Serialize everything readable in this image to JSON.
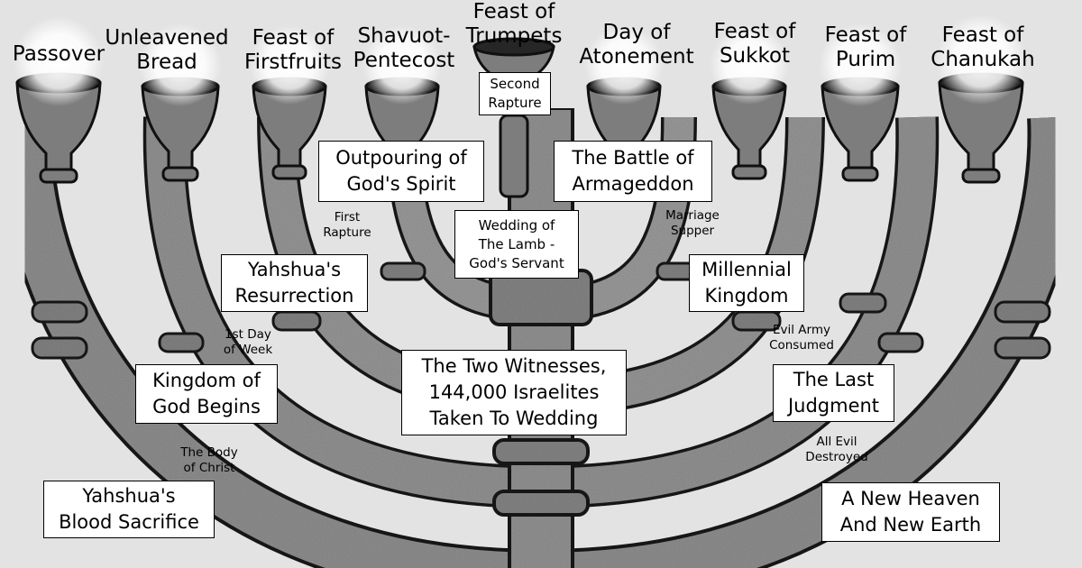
{
  "feasts": [
    {
      "id": "passover",
      "lines": [
        "Passover"
      ]
    },
    {
      "id": "unleavened-bread",
      "lines": [
        "Unleavened",
        "Bread"
      ]
    },
    {
      "id": "firstfruits",
      "lines": [
        "Feast of",
        "Firstfruits"
      ]
    },
    {
      "id": "shavuot",
      "lines": [
        "Shavuot-",
        "Pentecost"
      ]
    },
    {
      "id": "trumpets",
      "lines": [
        "Feast of",
        "Trumpets"
      ]
    },
    {
      "id": "atonement",
      "lines": [
        "Day of",
        "Atonement"
      ]
    },
    {
      "id": "sukkot",
      "lines": [
        "Feast of",
        "Sukkot"
      ]
    },
    {
      "id": "purim",
      "lines": [
        "Feast of",
        "Purim"
      ]
    },
    {
      "id": "chanukah",
      "lines": [
        "Feast of",
        "Chanukah"
      ]
    }
  ],
  "boxes": [
    {
      "id": "second-rapture",
      "lines": [
        "Second",
        "Rapture"
      ]
    },
    {
      "id": "outpouring",
      "lines": [
        "Outpouring of",
        "God's Spirit"
      ]
    },
    {
      "id": "armageddon",
      "lines": [
        "The Battle of",
        "Armageddon"
      ]
    },
    {
      "id": "wedding-lamb",
      "lines": [
        "Wedding of",
        "The Lamb -",
        "God's Servant"
      ]
    },
    {
      "id": "resurrection",
      "lines": [
        "Yahshua's",
        "Resurrection"
      ]
    },
    {
      "id": "millennial",
      "lines": [
        "Millennial",
        "Kingdom"
      ]
    },
    {
      "id": "two-witnesses",
      "lines": [
        "The Two Witnesses,",
        "144,000 Israelites",
        "Taken To Wedding"
      ]
    },
    {
      "id": "kingdom-begins",
      "lines": [
        "Kingdom of",
        "God Begins"
      ]
    },
    {
      "id": "last-judgment",
      "lines": [
        "The Last",
        "Judgment"
      ]
    },
    {
      "id": "blood-sacrifice",
      "lines": [
        "Yahshua's",
        "Blood Sacrifice"
      ]
    },
    {
      "id": "new-heaven",
      "lines": [
        "A New Heaven",
        "And New Earth"
      ]
    }
  ],
  "notes": [
    {
      "id": "first-rapture",
      "lines": [
        "First",
        "Rapture"
      ]
    },
    {
      "id": "marriage-supper",
      "lines": [
        "Marriage",
        "Supper"
      ]
    },
    {
      "id": "first-day",
      "lines": [
        "1st Day",
        "of Week"
      ]
    },
    {
      "id": "evil-army",
      "lines": [
        "Evil Army",
        "Consumed"
      ]
    },
    {
      "id": "body-of-christ",
      "lines": [
        "The Body",
        "of Christ"
      ]
    },
    {
      "id": "all-evil",
      "lines": [
        "All Evil",
        "Destroyed"
      ]
    }
  ]
}
